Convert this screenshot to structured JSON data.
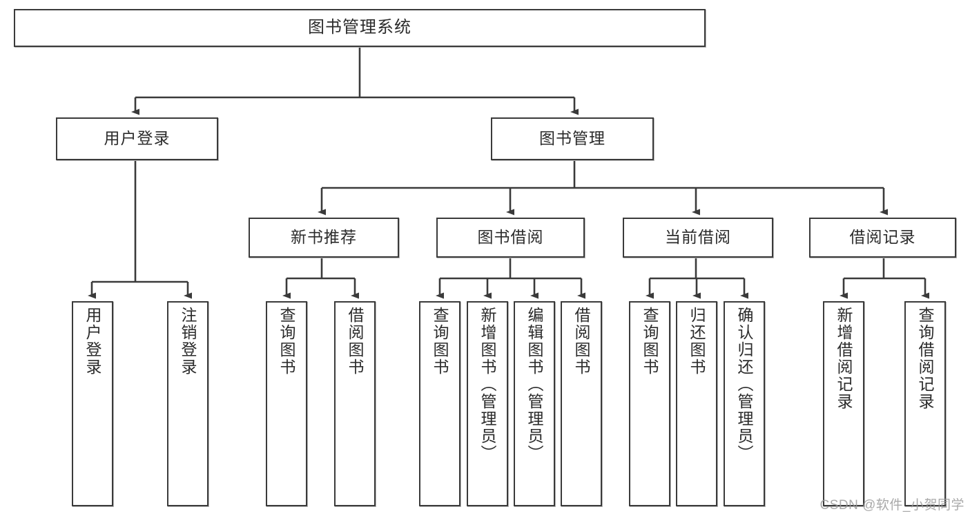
{
  "diagram": {
    "title_node": {
      "id": "root",
      "label": "图书管理系统"
    },
    "level2": [
      {
        "id": "user-login",
        "label": "用户登录"
      },
      {
        "id": "book-management",
        "label": "图书管理"
      }
    ],
    "level3": [
      {
        "id": "new-book-recommend",
        "label": "新书推荐"
      },
      {
        "id": "book-borrow",
        "label": "图书借阅"
      },
      {
        "id": "current-borrow",
        "label": "当前借阅"
      },
      {
        "id": "borrow-record",
        "label": "借阅记录"
      }
    ],
    "leaves": [
      {
        "id": "leaf-user-login",
        "label": "用户登录",
        "parent": "user-login"
      },
      {
        "id": "leaf-logout-login",
        "label": "注销登录",
        "parent": "user-login"
      },
      {
        "id": "leaf-query-book-1",
        "label": "查询图书",
        "parent": "new-book-recommend"
      },
      {
        "id": "leaf-borrow-book-1",
        "label": "借阅图书",
        "parent": "new-book-recommend"
      },
      {
        "id": "leaf-query-book-2",
        "label": "查询图书",
        "parent": "book-borrow"
      },
      {
        "id": "leaf-add-book-admin",
        "label": "新增图书（管理员）",
        "parent": "book-borrow"
      },
      {
        "id": "leaf-edit-book-admin",
        "label": "编辑图书（管理员）",
        "parent": "book-borrow"
      },
      {
        "id": "leaf-borrow-book-2",
        "label": "借阅图书",
        "parent": "book-borrow"
      },
      {
        "id": "leaf-query-book-3",
        "label": "查询图书",
        "parent": "current-borrow"
      },
      {
        "id": "leaf-return-book",
        "label": "归还图书",
        "parent": "current-borrow"
      },
      {
        "id": "leaf-confirm-return-admin",
        "label": "确认归还（管理员）",
        "parent": "current-borrow"
      },
      {
        "id": "leaf-add-borrow-record",
        "label": "新增借阅记录",
        "parent": "borrow-record"
      },
      {
        "id": "leaf-query-borrow-record",
        "label": "查询借阅记录",
        "parent": "borrow-record"
      }
    ],
    "watermark": "CSDN @软件_小贺同学",
    "colors": {
      "border": "#3a3a3a",
      "text": "#2b2b2b",
      "background": "#ffffff",
      "edge": "#3a3a3a",
      "watermark": "#9b9b9b"
    }
  }
}
